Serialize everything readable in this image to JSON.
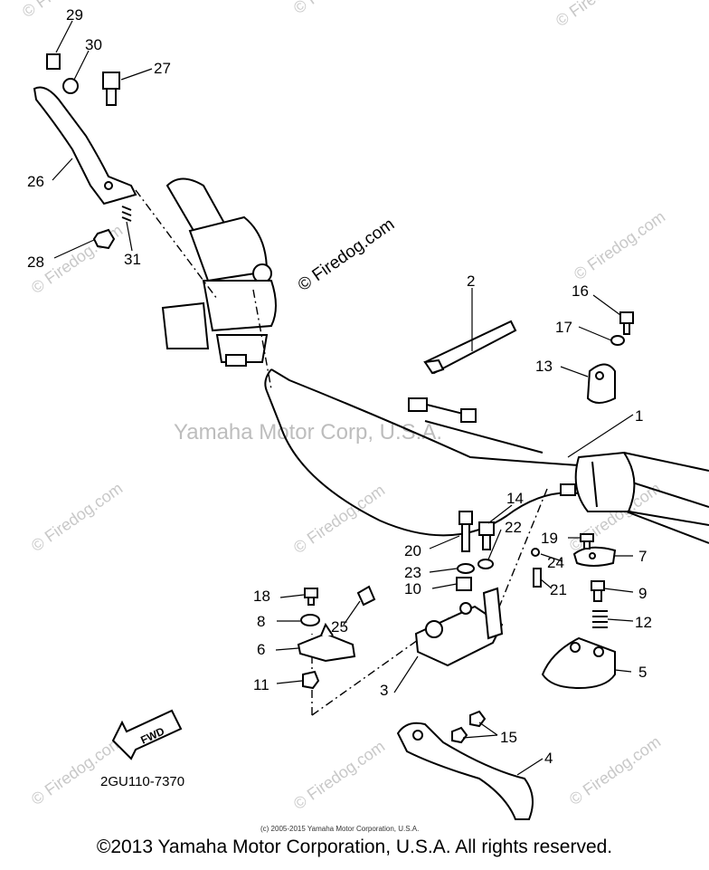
{
  "callouts": {
    "p1": "1",
    "p2": "2",
    "p3": "3",
    "p4": "4",
    "p5": "5",
    "p6": "6",
    "p7": "7",
    "p8": "8",
    "p9": "9",
    "p10": "10",
    "p11": "11",
    "p12": "12",
    "p13": "13",
    "p14": "14",
    "p15": "15",
    "p16": "16",
    "p17": "17",
    "p18": "18",
    "p19": "19",
    "p20": "20",
    "p21": "21",
    "p22": "22",
    "p23": "23",
    "p24": "24",
    "p25": "25",
    "p26": "26",
    "p27": "27",
    "p28": "28",
    "p29": "29",
    "p30": "30",
    "p31": "31"
  },
  "fwd_label": "FWD",
  "diagram_code": "2GU110-7370",
  "watermarks": {
    "site": "© Firedog.com",
    "company": "Yamaha Motor Corp, U.S.A."
  },
  "small_copyright": "(c) 2005-2015 Yamaha Motor Corporation, U.S.A.",
  "footer_copyright": "©2013 Yamaha Motor Corporation, U.S.A. All rights reserved."
}
